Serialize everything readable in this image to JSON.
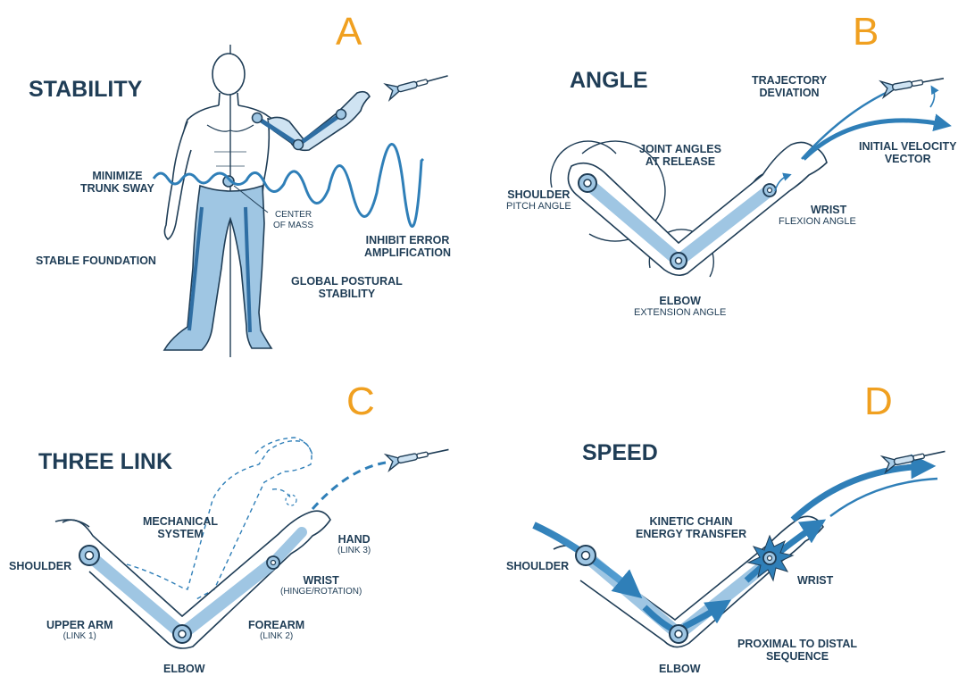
{
  "colors": {
    "accent": "#f0a020",
    "navy": "#1f3d56",
    "blue": "#2f7fb8",
    "light_blue": "#9fc6e3"
  },
  "panels": {
    "a": {
      "letter": "A",
      "title": "STABILITY",
      "labels": {
        "minimize_1": "MINIMIZE",
        "minimize_2": "TRUNK SWAY",
        "center_1": "CENTER",
        "center_2": "OF MASS",
        "inhibit_1": "INHIBIT ERROR",
        "inhibit_2": "AMPLIFICATION",
        "stable": "STABLE FOUNDATION",
        "global_1": "GLOBAL POSTURAL",
        "global_2": "STABILITY"
      }
    },
    "b": {
      "letter": "B",
      "title": "ANGLE",
      "labels": {
        "trajectory_1": "TRAJECTORY",
        "trajectory_2": "DEVIATION",
        "joint_1": "JOINT ANGLES",
        "joint_2": "AT RELEASE",
        "velocity_1": "INITIAL VELOCITY",
        "velocity_2": "VECTOR",
        "shoulder": "SHOULDER",
        "shoulder_sub": "PITCH ANGLE",
        "wrist": "WRIST",
        "wrist_sub": "FLEXION ANGLE",
        "elbow": "ELBOW",
        "elbow_sub": "EXTENSION ANGLE"
      }
    },
    "c": {
      "letter": "C",
      "title": "THREE LINK",
      "labels": {
        "mech_1": "MECHANICAL",
        "mech_2": "SYSTEM",
        "hand": "HAND",
        "hand_sub": "(LINK 3)",
        "shoulder": "SHOULDER",
        "wrist": "WRIST",
        "wrist_sub": "(HINGE/ROTATION)",
        "upper": "UPPER ARM",
        "upper_sub": "(LINK 1)",
        "forearm": "FOREARM",
        "forearm_sub": "(LINK 2)",
        "elbow": "ELBOW"
      }
    },
    "d": {
      "letter": "D",
      "title": "SPEED",
      "labels": {
        "kinetic_1": "KINETIC CHAIN",
        "kinetic_2": "ENERGY TRANSFER",
        "shoulder": "SHOULDER",
        "wrist": "WRIST",
        "proximal_1": "PROXIMAL TO DISTAL",
        "proximal_2": "SEQUENCE",
        "elbow": "ELBOW"
      }
    }
  }
}
